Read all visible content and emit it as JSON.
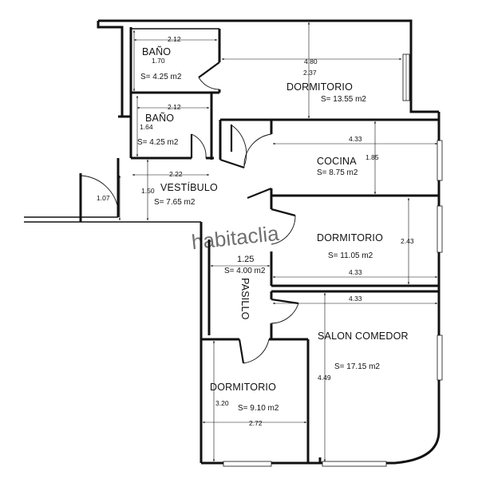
{
  "watermark": "habitaclia",
  "rooms": {
    "bano1": {
      "name": "BAÑO",
      "area": "S= 4.25 m2",
      "dim_w": "2.12",
      "dim_h": "1.70"
    },
    "bano2": {
      "name": "BAÑO",
      "area": "S= 4.25 m2",
      "dim_w": "2.12",
      "dim_h": "1.64"
    },
    "vestibulo": {
      "name": "VESTÍBULO",
      "area": "S= 7.65 m2",
      "dim_w": "2.22",
      "dim_h": "1.50",
      "dim_entry": "1.07"
    },
    "dormitorio1": {
      "name": "DORMITORIO",
      "area": "S= 13.55 m2",
      "dim_w": "4.80",
      "dim_h": "2.37"
    },
    "cocina": {
      "name": "COCINA",
      "area": "S= 8.75 m2",
      "dim_w": "4.33",
      "dim_h": "1.85"
    },
    "dormitorio2": {
      "name": "DORMITORIO",
      "area": "S= 11.05 m2",
      "dim_w": "4.33",
      "dim_h": "2.43"
    },
    "pasillo": {
      "name": "PASILLO",
      "area": "S= 4.00 m2",
      "dim_w": "1.25"
    },
    "salon": {
      "name": "SALON COMEDOR",
      "area": "S= 17.15 m2",
      "dim_w": "4.33",
      "dim_h": "4.49"
    },
    "dormitorio3": {
      "name": "DORMITORIO",
      "area": "S= 9.10 m2",
      "dim_w": "2.72",
      "dim_h": "3.20"
    }
  }
}
